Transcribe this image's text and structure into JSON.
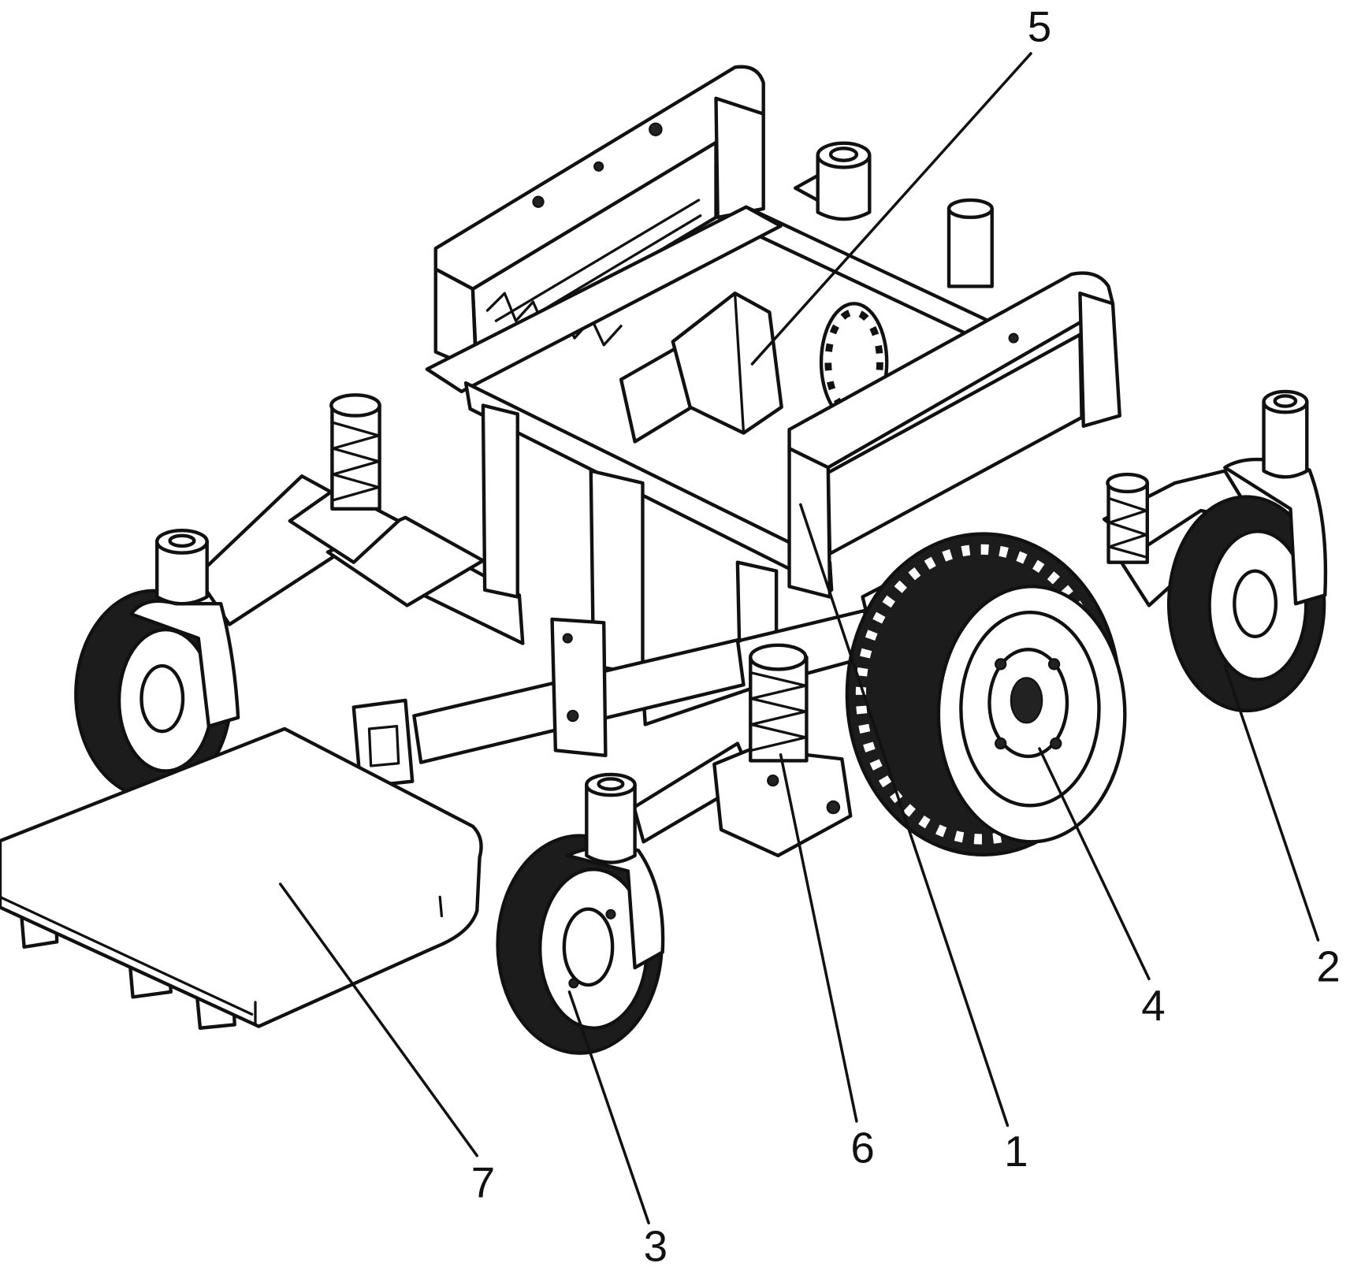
{
  "figure": {
    "callouts": [
      {
        "label": "1"
      },
      {
        "label": "2"
      },
      {
        "label": "3"
      },
      {
        "label": "4"
      },
      {
        "label": "5"
      },
      {
        "label": "6"
      },
      {
        "label": "7"
      }
    ]
  }
}
